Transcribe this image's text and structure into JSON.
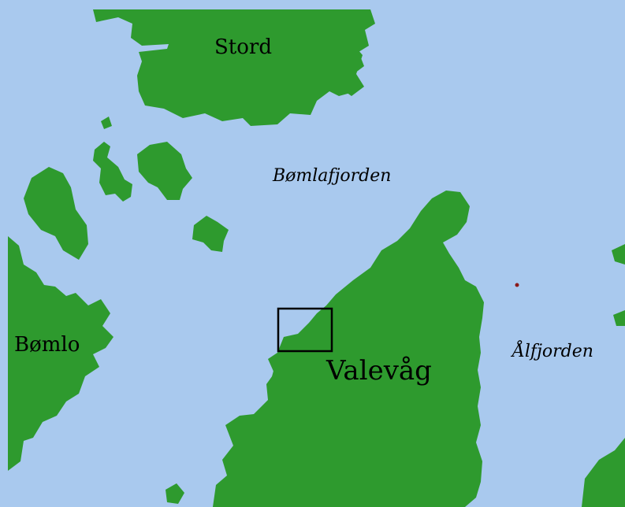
{
  "colors": {
    "water": "#a9c9ee",
    "land": "#2e9a2e",
    "marker": "#000000",
    "dot": "#8b1a1a"
  },
  "labels": {
    "stord": "Stord",
    "bomlafjorden": "Bømlafjorden",
    "bomlo": "Bømlo",
    "valevag": "Valevåg",
    "alfjorden": "Ålfjorden"
  }
}
